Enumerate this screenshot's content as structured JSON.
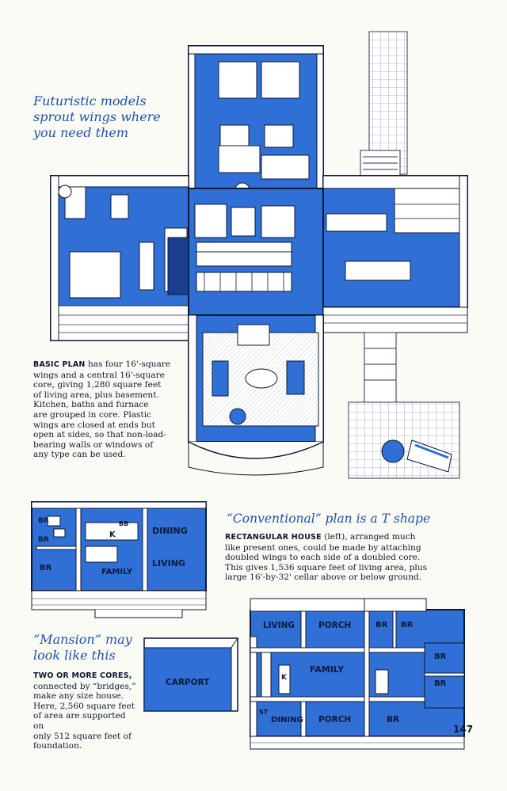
{
  "headline_top": {
    "line1": "Futuristic models",
    "line2": "sprout wings where",
    "line3": "you need them"
  },
  "basic_plan": {
    "lead": "BASIC PLAN",
    "l1_tail": "has four 16'-square",
    "l2": "wings and a central 16'-square",
    "l3": "core, giving 1,280 square feet",
    "l4": "of living area, plus basement.",
    "l5": "Kitchen, baths and furnace",
    "l6": "are grouped in core. Plastic",
    "l7": "wings are closed at ends but",
    "l8": "open at sides, so that non-load-",
    "l9": "bearing walls or windows of",
    "l10": "any type can be used."
  },
  "conventional": {
    "heading": "“Conventional” plan is a T shape",
    "lead": "RECTANGULAR HOUSE",
    "l1_tail": "(left), arranged much",
    "l2": "like present ones, could be made by attaching",
    "l3": "doubled wings to each side of a doubled core.",
    "l4": "This gives 1,536 square feet of living area, plus",
    "l5": "large 16'-by-32' cellar above or below ground."
  },
  "mansion": {
    "heading_line1": "“Mansion” may",
    "heading_line2": "look like this",
    "lead_line1": "TWO OR MORE CORES,",
    "l2": "connected by “bridges,”",
    "l3": "make any size house.",
    "l4": "Here, 2,560 square feet",
    "l5": "of area are supported on",
    "l6": "only 512 square feet of",
    "l7": "foundation."
  },
  "plan_t_labels": {
    "br1": "BR",
    "br2": "BR",
    "br3": "BR",
    "k": "K",
    "bb": "BB",
    "dining": "DINING",
    "living": "LIVING",
    "family": "FAMILY"
  },
  "plan_mansion_labels": {
    "living": "LIVING",
    "porch_top": "PORCH",
    "br_a": "BR",
    "br_b": "BR",
    "br_c": "BR",
    "br_d": "BR",
    "br_e": "BR",
    "family": "FAMILY",
    "k": "K",
    "st": "ST",
    "dining": "DINING",
    "porch_bottom": "PORCH",
    "carport": "CARPORT"
  },
  "page_number": "147",
  "colors": {
    "blue": "#2f6fd6",
    "dark_blue": "#1a3f8f",
    "ink": "#0c1730",
    "paper": "#fbfbf6"
  }
}
